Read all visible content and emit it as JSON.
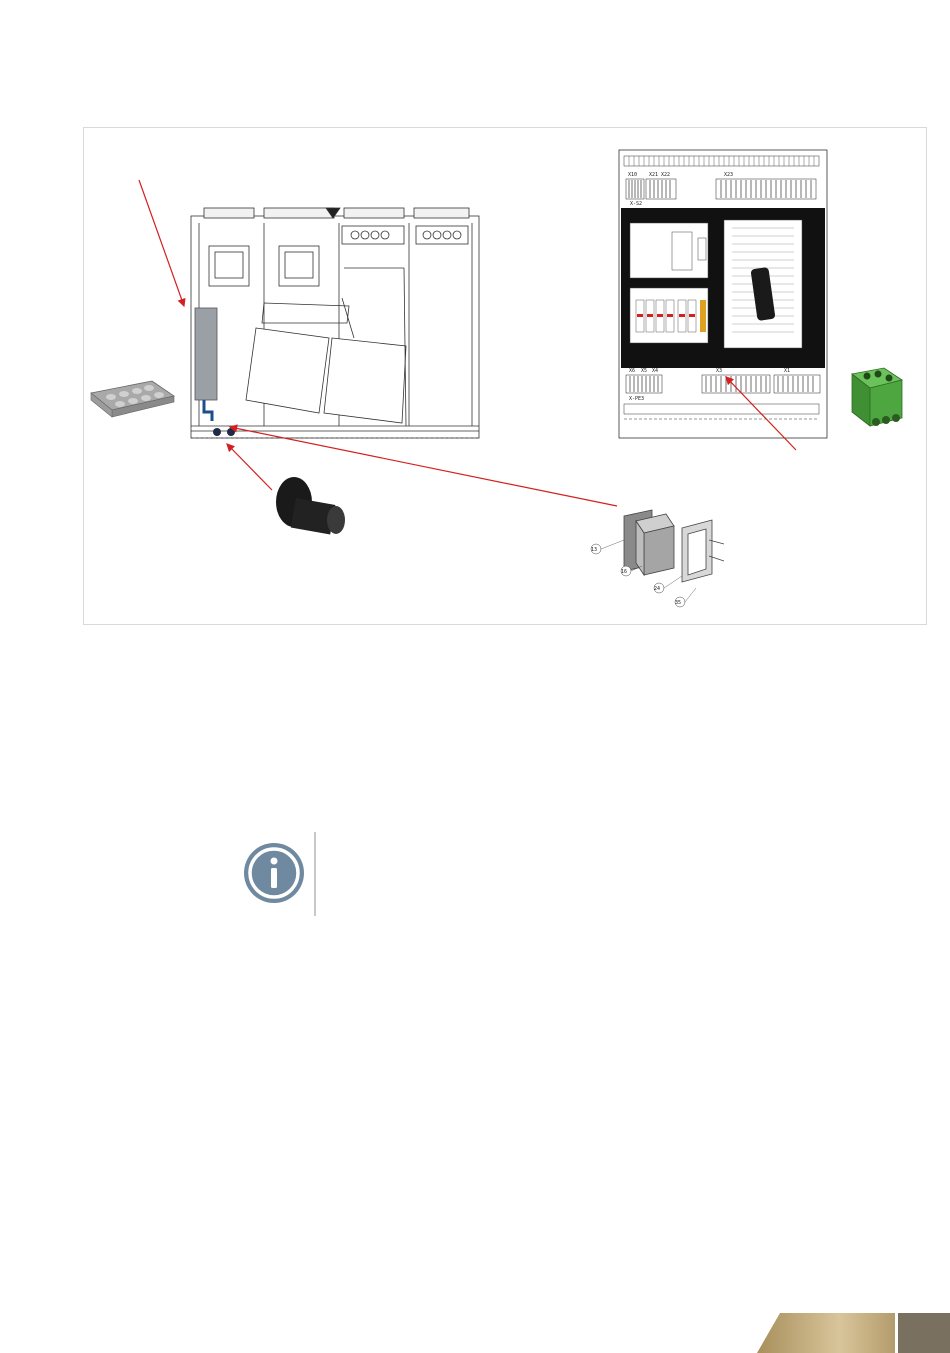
{
  "figure": {
    "panel": {
      "labels": {
        "top_row_1": "X10",
        "top_row_2": "X21  X22",
        "top_row_3": "X23",
        "top_left_sub": "X-S2",
        "bottom_left_1": "X6",
        "bottom_left_2": "X5",
        "bottom_left_3": "X4",
        "bottom_left_sub": "X-PE3",
        "bottom_mid": "X3",
        "bottom_right": "X1"
      }
    },
    "callouts": {
      "rail_value": "",
      "part_numbers": [
        "13",
        "16",
        "24",
        "35"
      ]
    }
  },
  "colors": {
    "accent_red": "#d42020",
    "pipe_blue": "#1f4e8c",
    "connector_green": "#4a9a3f",
    "info_icon": "#6f8aa0",
    "footer_gold": "#c2aa7a",
    "footer_dark": "#7a7060"
  },
  "note": {
    "icon": "info-icon",
    "text": ""
  },
  "footer": {
    "page_number": ""
  }
}
